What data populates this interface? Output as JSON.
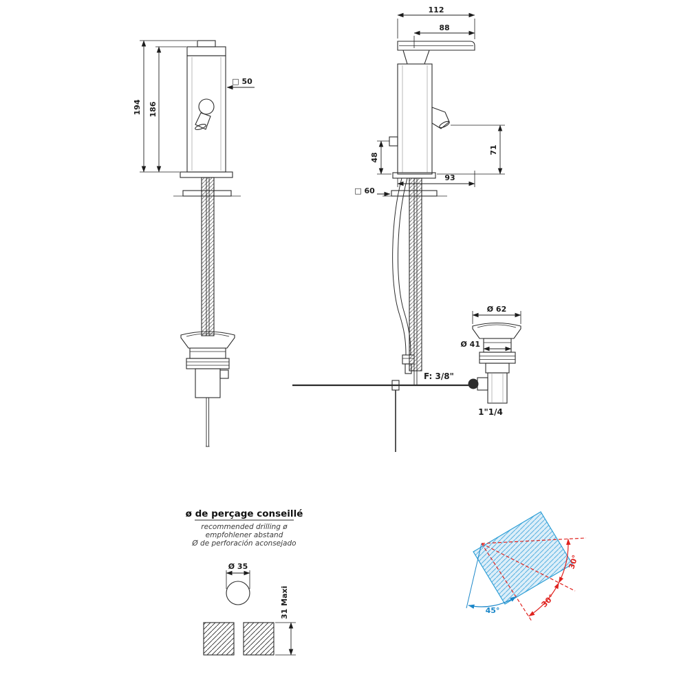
{
  "front_view": {
    "dim_total_height": "194",
    "dim_body_height": "186",
    "dim_body_square": "□ 50"
  },
  "side_view": {
    "dim_lever_length": "112",
    "dim_lever_front": "88",
    "dim_spout_height": "71",
    "dim_hose_height": "48",
    "dim_reach": "93",
    "dim_base_square": "□ 60",
    "hose_thread": "F: 3/8\""
  },
  "drain": {
    "dim_flange_diameter": "Ø 62",
    "dim_body_diameter": "Ø 41",
    "thread_size": "1\"1/4"
  },
  "drilling": {
    "title": "ø de perçage conseillé",
    "subtitle_en": "recommended drilling ø",
    "subtitle_de": "empfohlener abstand",
    "subtitle_es": "Ø de perforación aconsejado",
    "dim_hole_diameter": "Ø 35",
    "dim_max_thickness": "31 Maxi"
  },
  "rotation": {
    "swivel_angle": "45°",
    "tilt_angle_upper": "30°",
    "tilt_angle_lower": "30°"
  },
  "colors": {
    "line": "#262626",
    "accent_blue": "#1b87c9",
    "accent_red": "#e0231f",
    "hatch_blue_fill": "#dceef9"
  }
}
